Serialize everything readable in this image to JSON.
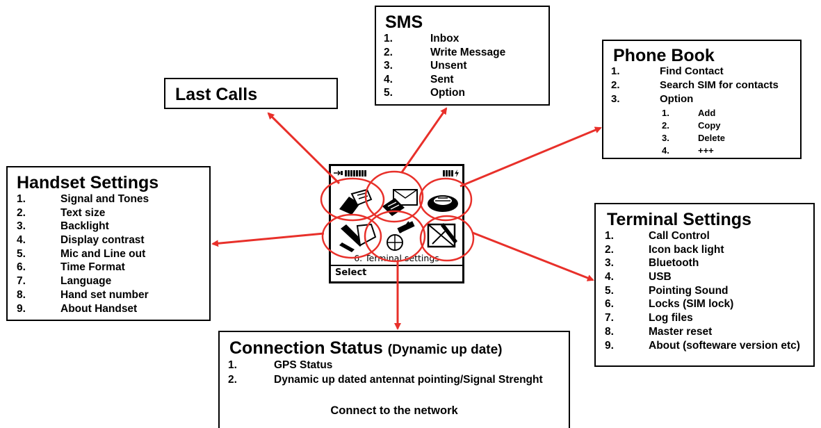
{
  "last_calls": {
    "title": "Last Calls"
  },
  "sms": {
    "title": "SMS",
    "items": [
      {
        "num": "1.",
        "label": "Inbox"
      },
      {
        "num": "2.",
        "label": "Write Message"
      },
      {
        "num": "3.",
        "label": "Unsent"
      },
      {
        "num": "4.",
        "label": "Sent"
      },
      {
        "num": "5.",
        "label": "Option"
      }
    ]
  },
  "phone_book": {
    "title": "Phone Book",
    "items": [
      {
        "num": "1.",
        "label": "Find Contact"
      },
      {
        "num": "2.",
        "label": "Search SIM for contacts"
      },
      {
        "num": "3.",
        "label": "Option"
      }
    ],
    "option_items": [
      {
        "num": "1.",
        "label": "Add"
      },
      {
        "num": "2.",
        "label": "Copy"
      },
      {
        "num": "3.",
        "label": "Delete"
      },
      {
        "num": "4.",
        "label": "+++"
      }
    ]
  },
  "handset_settings": {
    "title": "Handset Settings",
    "items": [
      {
        "num": "1.",
        "label": "Signal and Tones"
      },
      {
        "num": "2.",
        "label": "Text size"
      },
      {
        "num": "3.",
        "label": "Backlight"
      },
      {
        "num": "4.",
        "label": "Display contrast"
      },
      {
        "num": "5.",
        "label": "Mic and Line out"
      },
      {
        "num": "6.",
        "label": "Time Format"
      },
      {
        "num": "7.",
        "label": "Language"
      },
      {
        "num": "8.",
        "label": "Hand set number"
      },
      {
        "num": "9.",
        "label": "About Handset"
      }
    ]
  },
  "terminal_settings": {
    "title": "Terminal Settings",
    "items": [
      {
        "num": "1.",
        "label": "Call Control"
      },
      {
        "num": "2.",
        "label": "Icon back light"
      },
      {
        "num": "3.",
        "label": "Bluetooth"
      },
      {
        "num": "4.",
        "label": "USB"
      },
      {
        "num": "5.",
        "label": "Pointing Sound"
      },
      {
        "num": "6.",
        "label": "Locks (SIM lock)"
      },
      {
        "num": "7.",
        "label": "Log files"
      },
      {
        "num": "8.",
        "label": "Master reset"
      },
      {
        "num": "9.",
        "label": "About (softeware version etc)"
      }
    ]
  },
  "connection_status": {
    "title": "Connection Status",
    "subtitle": "(Dynamic up date)",
    "items": [
      {
        "num": "1.",
        "label": "GPS Status"
      },
      {
        "num": "2.",
        "label": "Dynamic up dated antennat pointing/Signal Strenght"
      }
    ],
    "footer": "Connect to the network"
  },
  "phone_screen": {
    "caption": "6. Terminal settings",
    "softkey": "Select",
    "icons": [
      "last-calls-icon",
      "sms-icon",
      "phone-book-icon",
      "handset-settings-icon",
      "connection-status-icon",
      "terminal-settings-icon"
    ]
  },
  "colors": {
    "arrow": "#e8302a",
    "circle": "#e8302a",
    "border": "#000000"
  }
}
